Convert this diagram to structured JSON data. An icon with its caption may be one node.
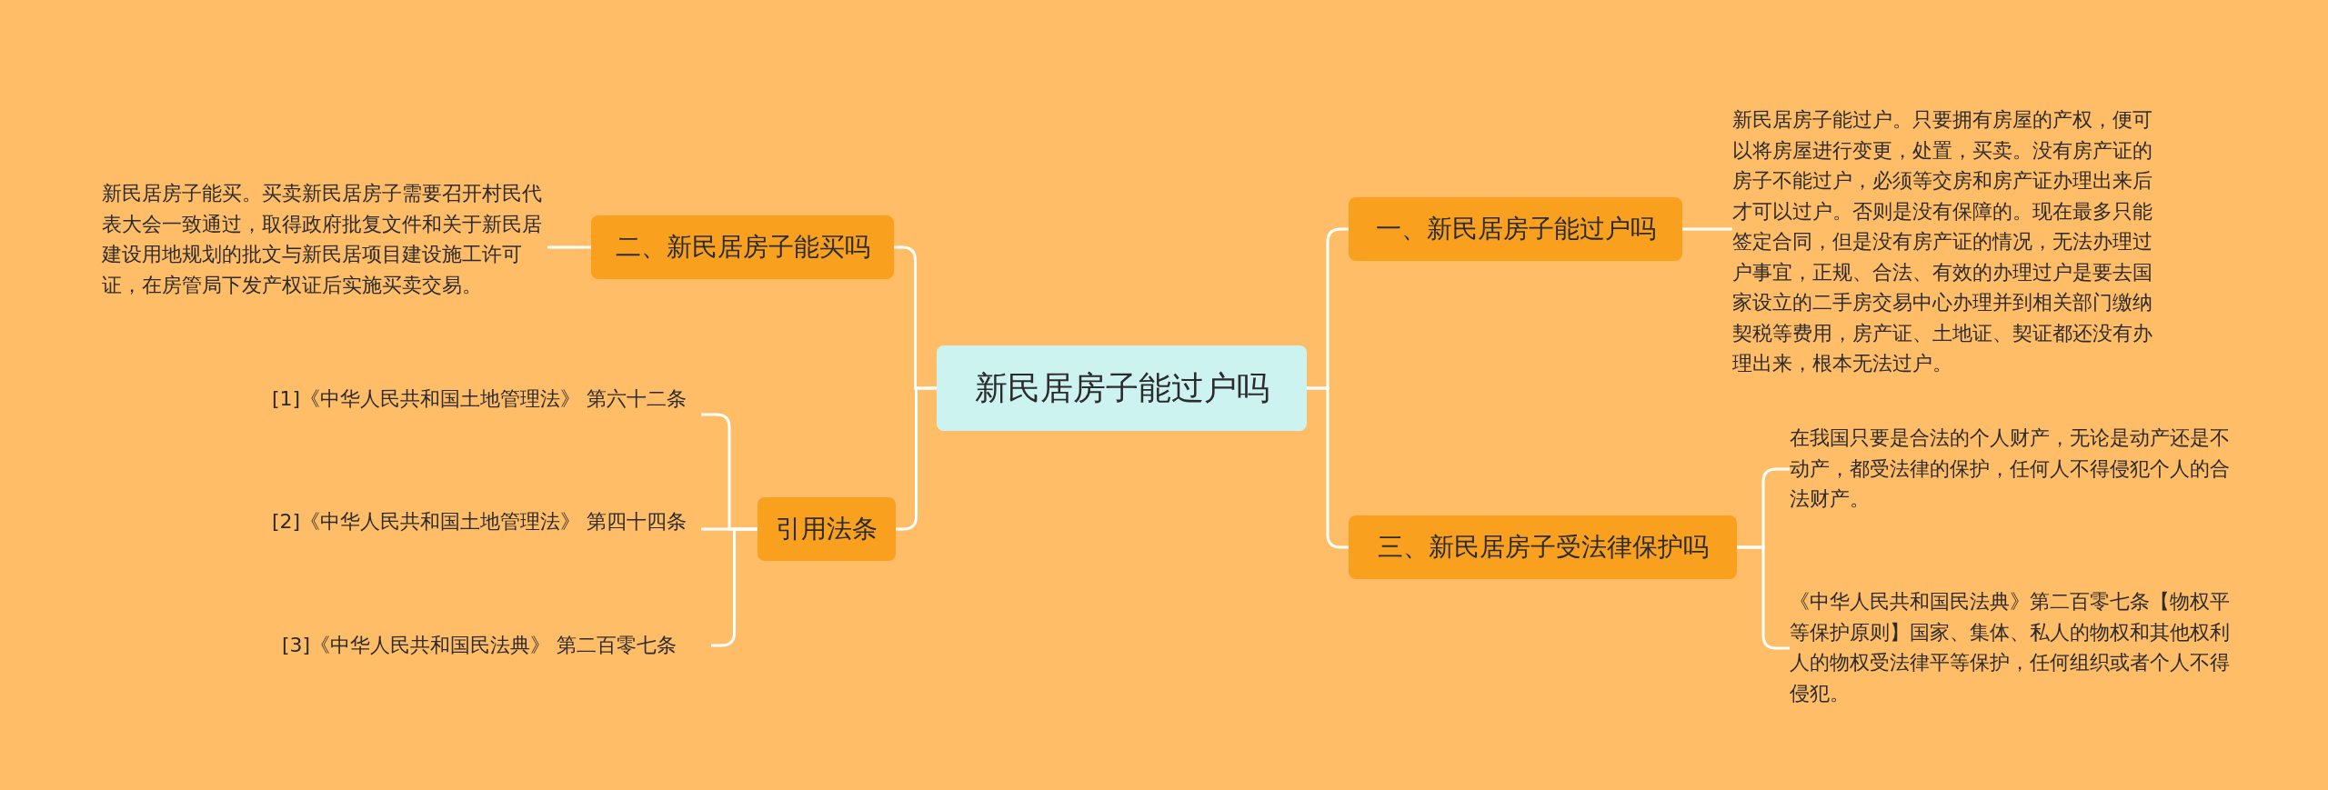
{
  "diagram": {
    "nodes": [
      {
        "text": [
          "新民居房子能过户吗"
        ]
      },
      {
        "text": [
          "一、新民居房子能过户吗"
        ]
      },
      {
        "text": [
          "新民居房子能过户。只要拥有房屋的产权，便可以将房屋进行变更，处置，买卖。没有房产证的房子不能过户，必须等交房和房产证办理出来后才可以过户。否则是没有保障的。现在最多只能签定合同，但是没有房产证的情况，无法办理过户事宜，正规、合法、有效的办理过户是要去国家设立的二手房交易中心办理并到相关部门缴纳契税等费用，房产证、土地证、契证都还没有办理出来，根本无法过户。"
        ]
      },
      {
        "text": [
          "三、新民居房子受法律保护吗"
        ]
      },
      {
        "text": [
          "在我国只要是合法的个人财产，无论是动产还是不动产，都受法律的保护，任何人不得侵犯个人的合法财产。"
        ]
      },
      {
        "text": [
          "《中华人民共和国民法典》第二百零七条【物权平等保护原则】国家、集体、私人的物权和其他权利人的物权受法律平等保护，任何组织或者个人不得侵犯。"
        ]
      },
      {
        "text": [
          "二、新民居房子能买吗"
        ]
      },
      {
        "text": [
          "新民居房子能买。买卖新民居房子需要召开村民代表大会一致通过，取得政府批复文件和关于新民居建设用地规划的批文与新民居项目建设施工许可证，在房管局下发产权证后实施买卖交易。"
        ]
      },
      {
        "text": [
          "引用法条"
        ]
      },
      {
        "text": [
          "[1]《中华人民共和国土地管理法》 第六十二条"
        ]
      },
      {
        "text": [
          "[2]《中华人民共和国土地管理法》 第四十四条"
        ]
      },
      {
        "text": [
          "[3]《中华人民共和国民法典》 第二百零七条"
        ]
      }
    ],
    "edges": [
      {
        "from": 0,
        "to": 1,
        "arrow": "none"
      },
      {
        "from": 0,
        "to": 3,
        "arrow": "none"
      },
      {
        "from": 0,
        "to": 6,
        "arrow": "none"
      },
      {
        "from": 0,
        "to": 8,
        "arrow": "none"
      },
      {
        "from": 1,
        "to": 2,
        "arrow": "none"
      },
      {
        "from": 3,
        "to": 4,
        "arrow": "none"
      },
      {
        "from": 3,
        "to": 5,
        "arrow": "none"
      },
      {
        "from": 6,
        "to": 7,
        "arrow": "none"
      },
      {
        "from": 8,
        "to": 9,
        "arrow": "none"
      },
      {
        "from": 8,
        "to": 10,
        "arrow": "none"
      },
      {
        "from": 8,
        "to": 11,
        "arrow": "none"
      }
    ]
  }
}
